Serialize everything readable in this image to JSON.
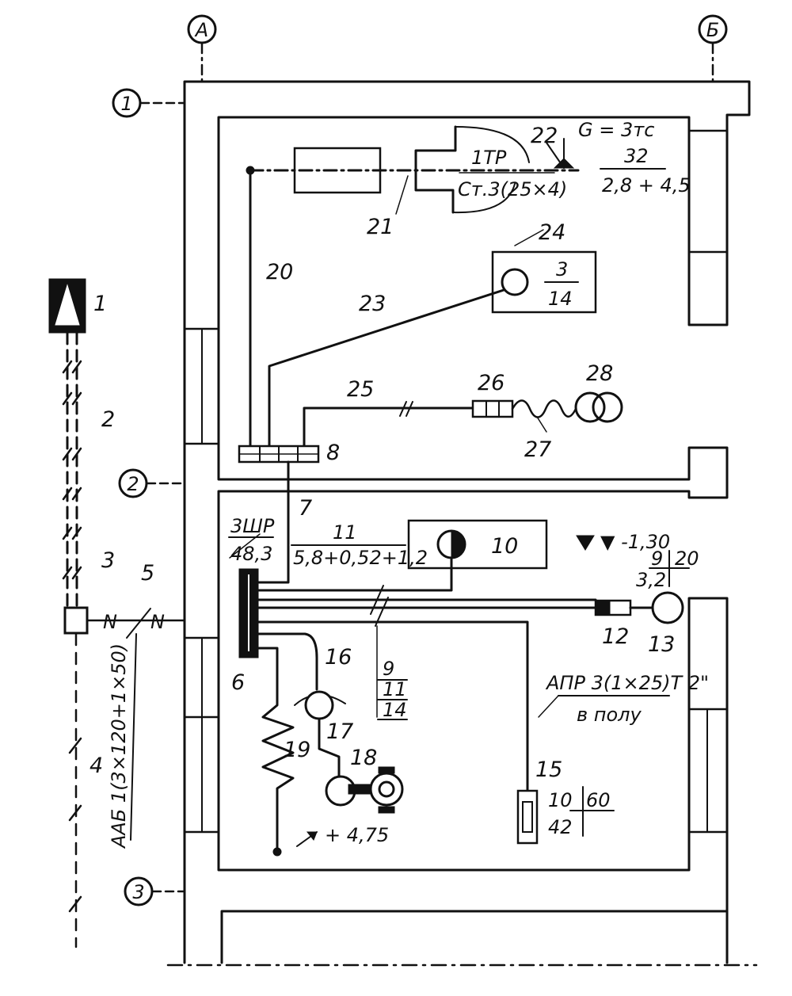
{
  "axes": {
    "cols": [
      "А",
      "Б"
    ],
    "rows": [
      "1",
      "2",
      "3"
    ]
  },
  "labels": {
    "l1": "1",
    "l2": "2",
    "l3": "3",
    "l4": "4",
    "l5": "5",
    "l6": "6",
    "l7": "7",
    "l8": "8",
    "l10": "10",
    "l12": "12",
    "l13": "13",
    "l15": "15",
    "l16": "16",
    "l17": "17",
    "l18": "18",
    "l19": "19",
    "l20": "20",
    "l21": "21",
    "l22": "22",
    "l23": "23",
    "l24": "24",
    "l25": "25",
    "l26": "26",
    "l27": "27",
    "l28": "28"
  },
  "annotations": {
    "g_load": "G = 3тс",
    "tr": "1ТР",
    "steel": "Ст.3(25×4)",
    "f32_num": "32",
    "f32_den": "2,8 + 4,5",
    "f24_num": "3",
    "f24_den": "14",
    "shr_num": "3ШР",
    "shr_den": "48,3",
    "f11_num": "11",
    "f11_den": "5,8+0,52+1,2",
    "level_top": "▼ -1,30",
    "f13_a": "9",
    "f13_b": "20",
    "f13_c": "3,2",
    "f9_a": "9",
    "f9_b": "11",
    "f9_c": "14",
    "apr": "АПР 3(1×25)Т 2\"",
    "floor": "в полу",
    "f15_a": "10",
    "f15_b": "60",
    "f15_c": "42",
    "level_bot": "+ 4,75",
    "cable": "ААБ 1(3×120+1×50)",
    "n1": "N",
    "n2": "N"
  }
}
